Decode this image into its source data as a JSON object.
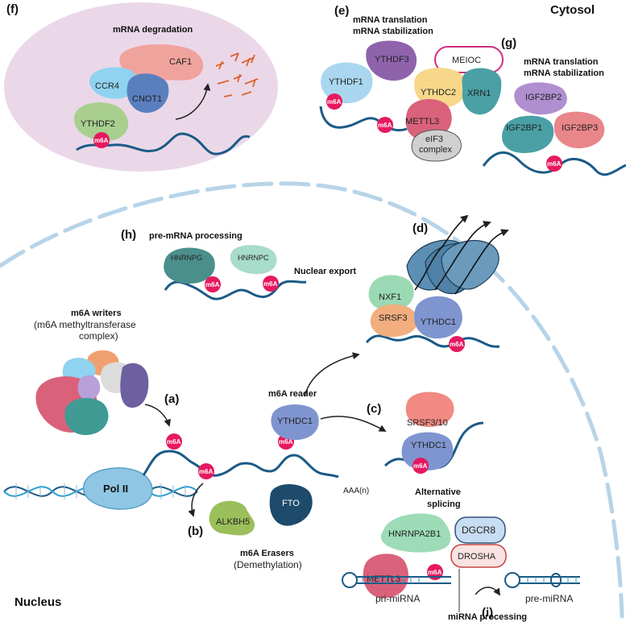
{
  "compartments": {
    "cytosol": "Cytosol",
    "nucleus": "Nucleus"
  },
  "mark_label": "m6A",
  "colors": {
    "rna": "#1b5a86",
    "m6a": "#e6195f",
    "membrane": "#b7d4e8",
    "degradation_bg": "#ead8e9"
  },
  "panels": {
    "f": {
      "letter": "(f)",
      "title": "mRNA degradation",
      "proteins": [
        "CAF1",
        "CCR4",
        "CNOT1",
        "YTHDF2"
      ]
    },
    "e": {
      "letter": "(e)",
      "title_line1": "mRNA translation",
      "title_line2": "mRNA stabilization",
      "proteins": [
        "YTHDF3",
        "MEIOC",
        "YTHDF1",
        "YTHDC2",
        "XRN1",
        "METTL3",
        "eIF3",
        "complex"
      ]
    },
    "g": {
      "letter": "(g)",
      "title_line1": "mRNA translation",
      "title_line2": "mRNA stabilization",
      "proteins": [
        "IGF2BP2",
        "IGF2BP1",
        "IGF2BP3"
      ]
    },
    "h": {
      "letter": "(h)",
      "title": "pre-mRNA processing",
      "proteins": [
        "HNRNPG",
        "HNRNPC"
      ]
    },
    "d": {
      "letter": "(d)",
      "title": "Nuclear export",
      "proteins": [
        "NXF1",
        "SRSF3",
        "YTHDC1"
      ]
    },
    "a": {
      "letter": "(a)",
      "title": "m6A writers",
      "subtitle_line1": "(m6A methyltransferase",
      "subtitle_line2": "complex)",
      "polymerase": "Pol II"
    },
    "reader": {
      "title": "m6A reader",
      "protein": "YTHDC1",
      "polya": "AAA(n)"
    },
    "c": {
      "letter": "(c)",
      "title_line1": "Alternative",
      "title_line2": "splicing",
      "proteins": [
        "SRSF3/10",
        "YTHDC1"
      ]
    },
    "b": {
      "letter": "(b)",
      "title": "m6A Erasers",
      "subtitle": "(Demethylation)",
      "proteins": [
        "ALKBH5",
        "FTO"
      ]
    },
    "i": {
      "letter": "(i)",
      "title": "miRNA processing",
      "proteins": [
        "DGCR8",
        "HNRNPA2B1",
        "DROSHA",
        "METTL3"
      ],
      "pri": "pri-miRNA",
      "pre": "pre-miRNA"
    }
  }
}
